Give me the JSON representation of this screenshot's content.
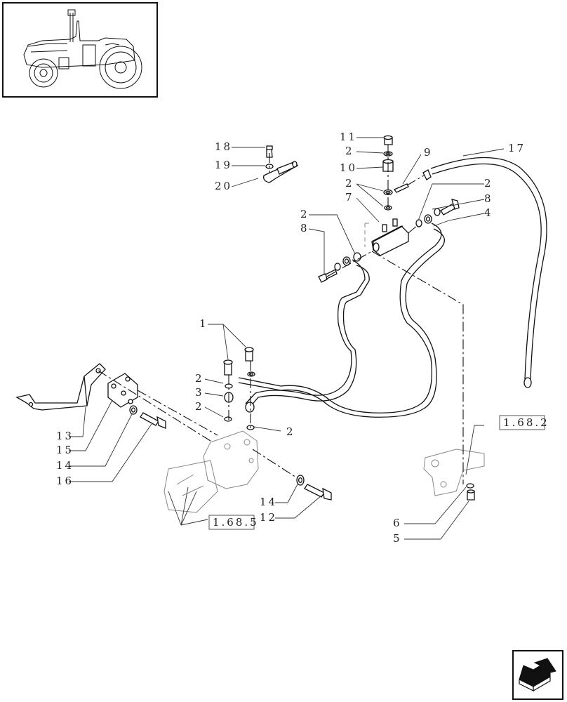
{
  "thumbnail": {
    "icon": "tractor-icon"
  },
  "callouts": {
    "c1": "1",
    "c2a": "2",
    "c2b": "2",
    "c2c": "2",
    "c2d": "2",
    "c2e": "2",
    "c2f": "2",
    "c2g": "2",
    "c3": "3",
    "c4": "4",
    "c5": "5",
    "c6": "6",
    "c7": "7",
    "c8a": "8",
    "c8b": "8",
    "c9": "9",
    "c10": "10",
    "c11": "11",
    "c12": "12",
    "c13": "13",
    "c14a": "14",
    "c14b": "14",
    "c15": "15",
    "c16": "16",
    "c17": "17",
    "c18": "18",
    "c19": "19",
    "c20": "20"
  },
  "references": {
    "ref_a": "1.68.2",
    "ref_b": "1.68.5"
  },
  "nav": {
    "icon": "next-page-arrow-icon"
  }
}
